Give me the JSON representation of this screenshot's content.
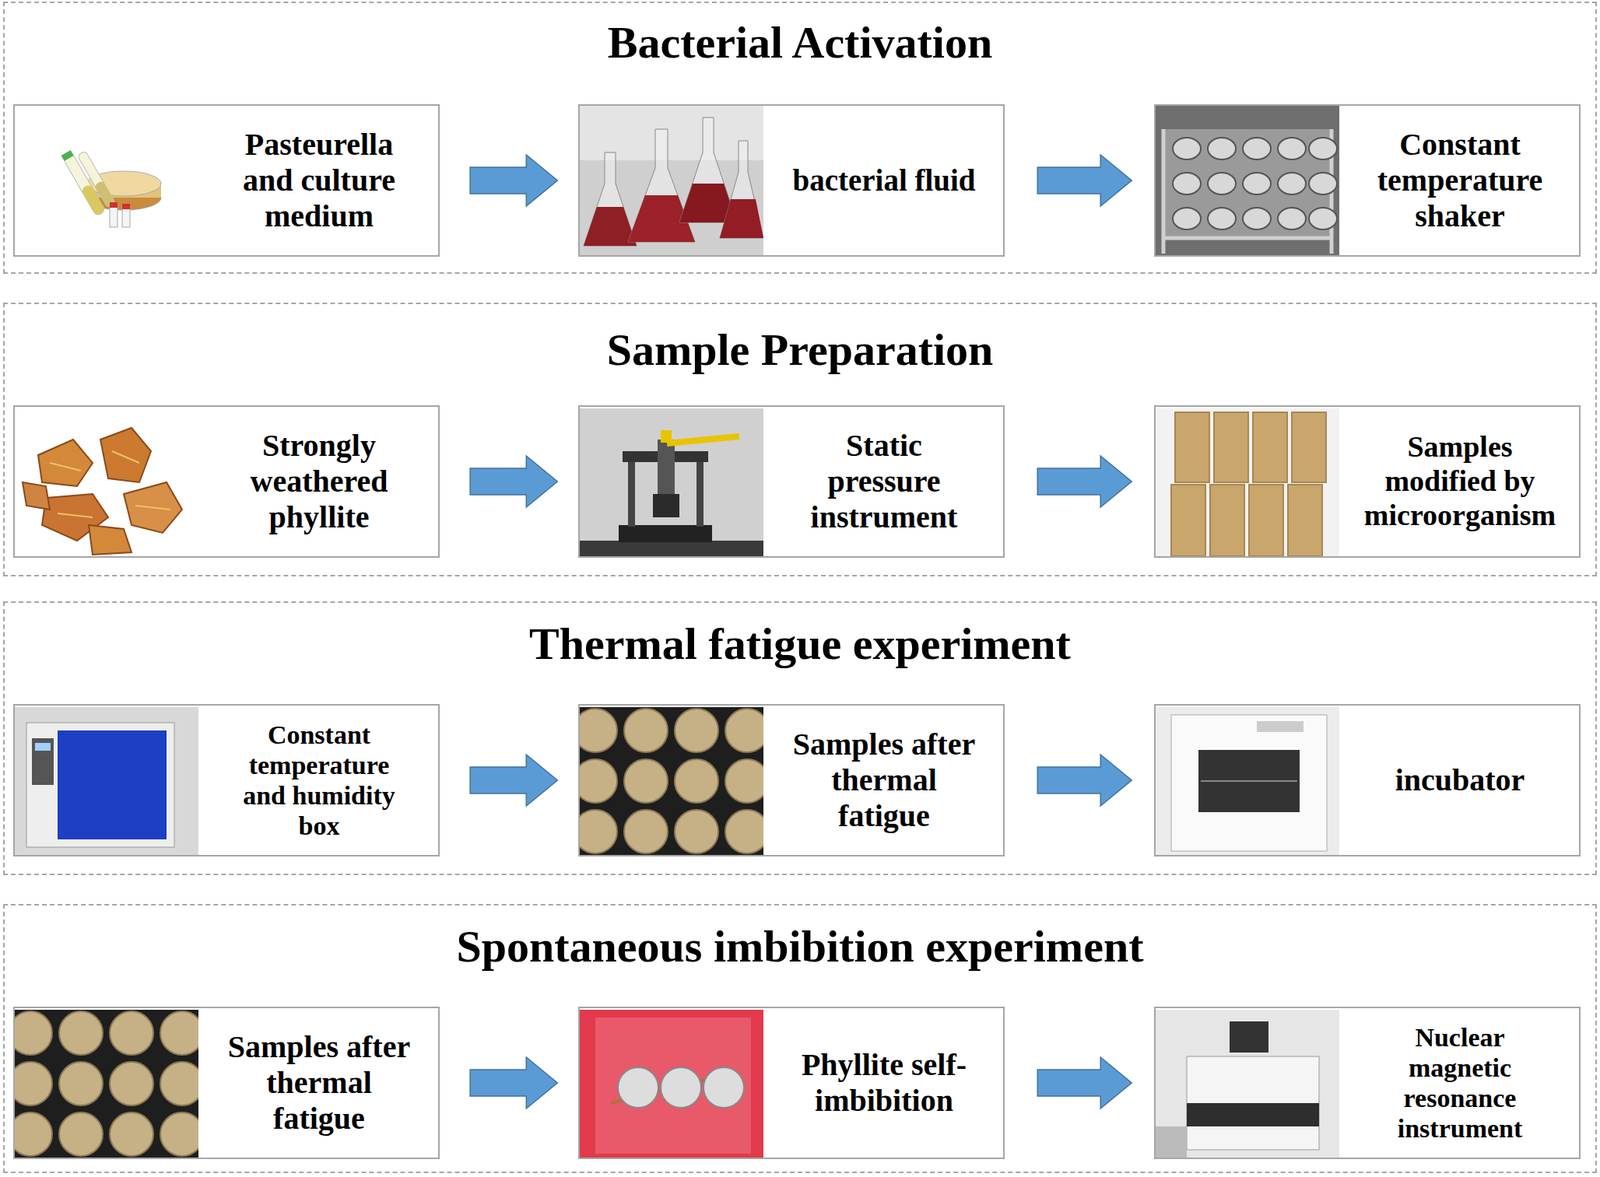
{
  "diagram": {
    "nodes": [
      {
        "text": [
          "Bacterial Activation"
        ]
      },
      {
        "text": [
          "Pasteurella and culture medium"
        ],
        "in": 0
      },
      {
        "text": [
          "bacterial fluid"
        ],
        "in": 0
      },
      {
        "text": [
          "Constant temperature shaker"
        ],
        "in": 0
      },
      {
        "text": [
          "Sample Preparation"
        ]
      },
      {
        "text": [
          "Strongly weathered phyllite"
        ],
        "in": 4
      },
      {
        "text": [
          "Static pressure instrument"
        ],
        "in": 4
      },
      {
        "text": [
          "Samples modified by microorganism"
        ],
        "in": 4
      },
      {
        "text": [
          "Thermal fatigue experiment"
        ]
      },
      {
        "text": [
          "Constant temperature and humidity box"
        ],
        "in": 8
      },
      {
        "text": [
          "Samples after thermal fatigue"
        ],
        "in": 8
      },
      {
        "text": [
          "incubator"
        ],
        "in": 8
      },
      {
        "text": [
          "Spontaneous imbibition experiment"
        ]
      },
      {
        "text": [
          "Samples after thermal fatigue"
        ],
        "in": 12
      },
      {
        "text": [
          "Phyllite self-imbibition"
        ],
        "in": 12
      },
      {
        "text": [
          "Nuclear magnetic resonance instrument"
        ],
        "in": 12
      }
    ],
    "edges": [
      {
        "from": 1,
        "to": 2,
        "arrow": "to"
      },
      {
        "from": 2,
        "to": 3,
        "arrow": "to"
      },
      {
        "from": 5,
        "to": 6,
        "arrow": "to"
      },
      {
        "from": 6,
        "to": 7,
        "arrow": "to"
      },
      {
        "from": 9,
        "to": 10,
        "arrow": "to"
      },
      {
        "from": 10,
        "to": 11,
        "arrow": "to"
      },
      {
        "from": 13,
        "to": 14,
        "arrow": "to"
      },
      {
        "from": 14,
        "to": 15,
        "arrow": "to"
      }
    ]
  }
}
